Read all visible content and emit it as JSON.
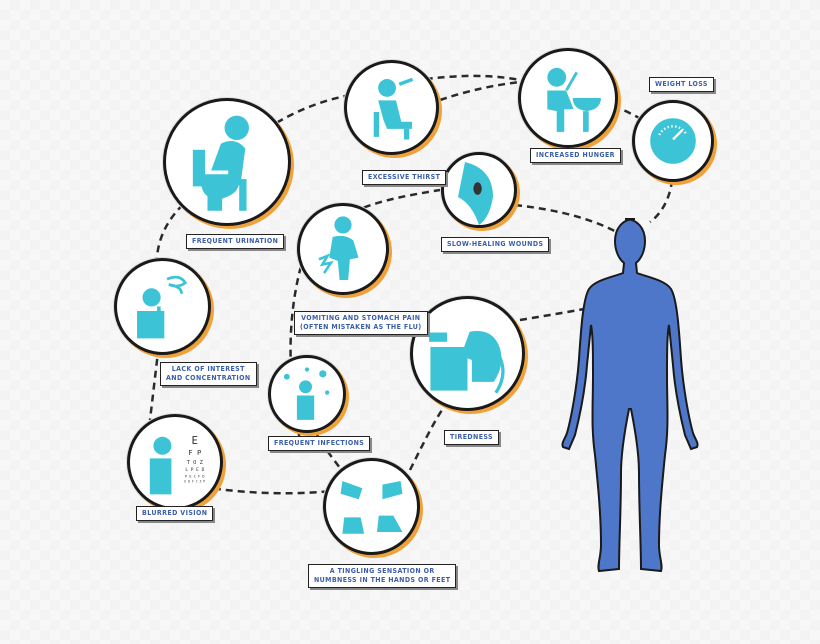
{
  "diagram": {
    "colors": {
      "icon": "#3cc4d6",
      "line": "#2a2a2a",
      "body": "#4e76c9",
      "label_text": "#3b5ea8",
      "accent_shadow": "#f0a23a"
    },
    "symptoms": [
      {
        "id": "frequent-urination",
        "label": "Frequent urination",
        "icon": "toilet-person-icon"
      },
      {
        "id": "excessive-thirst",
        "label": "Excessive thirst",
        "icon": "drinking-person-icon"
      },
      {
        "id": "increased-hunger",
        "label": "Increased hunger",
        "icon": "eating-person-icon"
      },
      {
        "id": "weight-loss",
        "label": "Weight loss",
        "icon": "scale-gauge-icon"
      },
      {
        "id": "slow-healing-wounds",
        "label": "Slow-healing wounds",
        "icon": "wound-skin-icon"
      },
      {
        "id": "vomiting",
        "label_lines": [
          "Vomiting and stomach pain",
          "(often mistaken as the flu)"
        ],
        "icon": "stomach-pain-icon"
      },
      {
        "id": "lack-of-interest",
        "label_lines": [
          "Lack of interest",
          "and concentration"
        ],
        "icon": "confused-person-icon"
      },
      {
        "id": "frequent-infections",
        "label": "Frequent infections",
        "icon": "germs-person-icon"
      },
      {
        "id": "tiredness",
        "label": "Tiredness",
        "icon": "tired-desk-person-icon"
      },
      {
        "id": "blurred-vision",
        "label": "Blurred vision",
        "icon": "eye-chart-icon"
      },
      {
        "id": "tingling",
        "label_lines": [
          "A tingling sensation or",
          "numbness in the hands or feet"
        ],
        "icon": "hands-feet-icon"
      }
    ],
    "eye_chart_text": [
      "E",
      "F P",
      "T O Z",
      "L P E D",
      "P E C F D",
      "E D F C Z P"
    ],
    "human_figure": "human-body-silhouette"
  }
}
